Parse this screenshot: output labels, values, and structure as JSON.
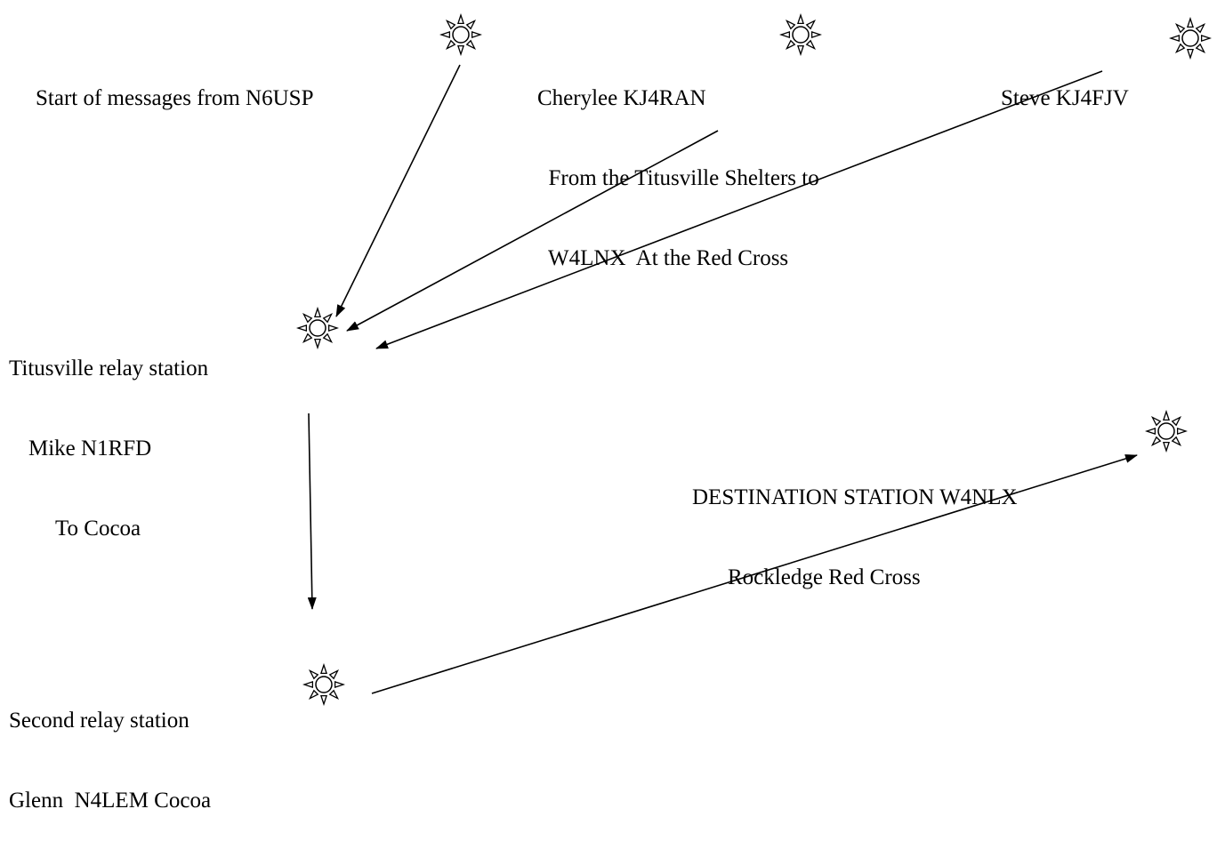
{
  "diagram": {
    "nodes": {
      "n6usp": {
        "icon": "sun-icon",
        "lines": [
          "Start of messages from N6USP"
        ]
      },
      "cherylee": {
        "icon": "sun-icon",
        "lines": [
          "Cherylee KJ4RAN",
          "  From the Titusville Shelters to",
          "  W4LNX  At the Red Cross"
        ]
      },
      "steve": {
        "icon": "sun-icon",
        "lines": [
          "Steve KJ4FJV"
        ]
      },
      "titusville_relay": {
        "icon": "sun-icon",
        "lines": [
          "Titusville relay station",
          "Mike N1RFD",
          "To Cocoa"
        ]
      },
      "destination": {
        "icon": "sun-icon",
        "lines": [
          "DESTINATION STATION W4NLX",
          "Rockledge Red Cross"
        ]
      },
      "second_relay": {
        "icon": "sun-icon",
        "lines": [
          "Second relay station",
          "Glenn  N4LEM Cocoa"
        ]
      }
    },
    "edges": [
      {
        "from": "n6usp",
        "to": "titusville_relay"
      },
      {
        "from": "cherylee",
        "to": "titusville_relay"
      },
      {
        "from": "steve",
        "to": "titusville_relay"
      },
      {
        "from": "titusville_relay",
        "to": "second_relay"
      },
      {
        "from": "second_relay",
        "to": "destination"
      }
    ]
  }
}
